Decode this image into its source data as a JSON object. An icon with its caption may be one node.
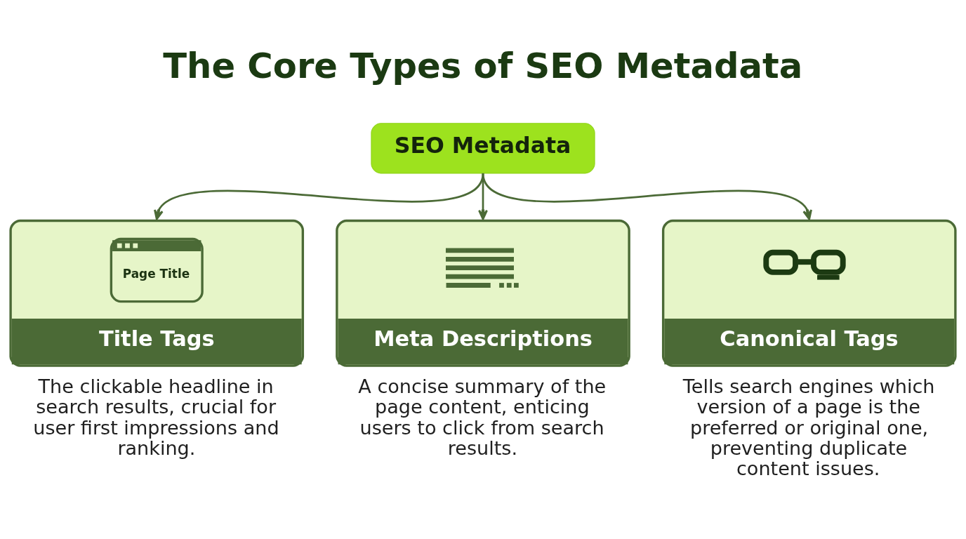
{
  "diagram": {
    "title": "The Core Types of SEO Metadata",
    "nodes": [
      {
        "text": [
          "SEO Metadata"
        ]
      },
      {
        "text": [
          "Page Title",
          "Title Tags"
        ],
        "beside": [
          "The clickable headline in search results, crucial for user first impressions and ranking."
        ]
      },
      {
        "text": [
          "Meta Descriptions"
        ],
        "beside": [
          "A concise summary of the page content, enticing users to click from search results."
        ]
      },
      {
        "text": [
          "Canonical Tags"
        ],
        "beside": [
          "Tells search engines which version of a page is the preferred or original one, preventing duplicate content issues."
        ]
      }
    ],
    "edges": [
      {
        "from": 0,
        "to": 1,
        "arrow": "to"
      },
      {
        "from": 0,
        "to": 2,
        "arrow": "to"
      },
      {
        "from": 0,
        "to": 3,
        "arrow": "to"
      }
    ]
  }
}
